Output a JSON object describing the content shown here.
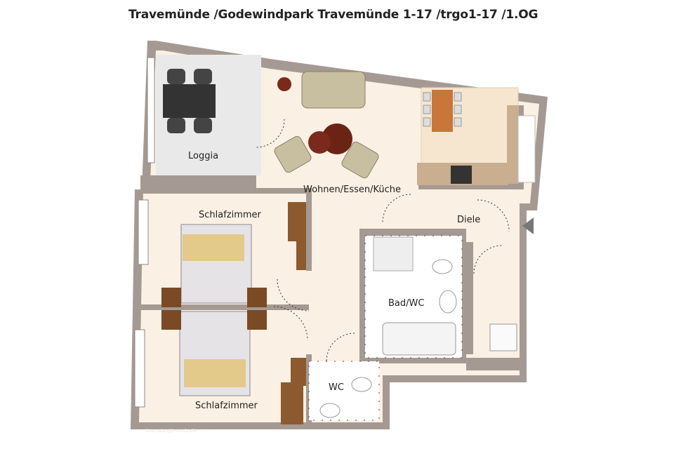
{
  "title": "Travemünde /Godewindpark Travemünde 1-17 /trgo1-17 /1.OG",
  "rooms": {
    "loggia": "Loggia",
    "living": "Wohnen/Essen/Küche",
    "hall": "Diele",
    "bedroom_1": "Schlafzimmer",
    "bathroom": "Bad/WC",
    "bedroom_2": "Schlafzimmer",
    "wc": "WC"
  },
  "credit": "Illustration@immoGrafik",
  "colors": {
    "wall": "#a59a93",
    "floor": "#fbf0e4",
    "tile": "#e9e9ea",
    "kitchen_tile": "#f6e6cf"
  }
}
